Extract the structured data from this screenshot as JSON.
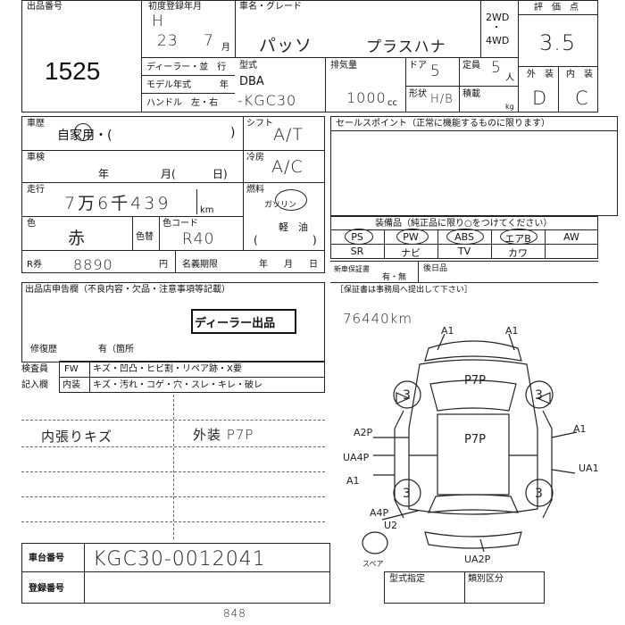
{
  "lot": {
    "label": "出品番号",
    "number": "1525"
  },
  "registration": {
    "label": "初度登録年月",
    "era": "H",
    "year": "23",
    "month": "7",
    "month_unit": "月"
  },
  "car": {
    "label": "車名・グレード",
    "name": "パッソ",
    "grade": "プラスハナ"
  },
  "drive": {
    "two": "2WD",
    "dot": "・",
    "four": "4WD"
  },
  "score": {
    "label": "評　価　点",
    "value": "3.5"
  },
  "exterior": {
    "label": "外　装",
    "value": "D"
  },
  "interior": {
    "label": "内　装",
    "value": "C"
  },
  "dealer_import": {
    "label": "ディーラー・並　行"
  },
  "model_year": {
    "label": "モデル年式",
    "unit": "年"
  },
  "handle": {
    "label": "ハンドル　左・右"
  },
  "model_type": {
    "label": "型式",
    "prefix": "DBA",
    "code": "-KGC30"
  },
  "displacement": {
    "label": "排気量",
    "value": "1000",
    "unit": "cc"
  },
  "doors": {
    "label": "ドア",
    "value": "5"
  },
  "capacity": {
    "label": "定員",
    "value": "5",
    "unit": "人"
  },
  "shape": {
    "label": "形状",
    "value": "H/B"
  },
  "load": {
    "label": "積載",
    "unit": "kg"
  },
  "history": {
    "label": "車歴",
    "value": "自家用・(",
    "close": ")"
  },
  "shift": {
    "label": "シフト",
    "value": "A/T"
  },
  "ac": {
    "label": "冷房",
    "value": "A/C"
  },
  "fuel": {
    "label": "燃料",
    "gas": "ガソリン",
    "diesel": "軽　油",
    "paren_open": "(",
    "paren_close": ")"
  },
  "inspection": {
    "label": "車検",
    "year": "年",
    "month": "月(",
    "day": "日)"
  },
  "mileage": {
    "label": "走行",
    "value": "7万6千439",
    "unit": "km"
  },
  "color": {
    "label": "色",
    "value": "赤",
    "code_label": "色コード",
    "code": "R40",
    "swap_label": "色替"
  },
  "recycle": {
    "label": "R券",
    "value": "8890",
    "unit": "円"
  },
  "term": {
    "label": "名義期限",
    "year": "年",
    "month": "月",
    "day": "日"
  },
  "sales_point": {
    "label": "セールスポイント（正常に機能するものに限ります）"
  },
  "equipment": {
    "label": "装備品（純正品に限り○をつけてください）",
    "items": [
      "PS",
      "PW",
      "ABS",
      "エアB",
      "AW",
      "SR",
      "ナビ",
      "TV",
      "カワ",
      ""
    ]
  },
  "warranty": {
    "label": "新車保証書",
    "value": "有・無",
    "bed_label": "後日品",
    "note": "［保証書は事務局へ提出して下さい］"
  },
  "declaration": {
    "label": "出品店申告欄（不良内容・欠品・注意事項等記載）",
    "stamp": "ディーラー出品"
  },
  "repair": {
    "label": "修復歴",
    "value": "有（箇所"
  },
  "inspector": {
    "label1": "検査員",
    "label2": "記入欄",
    "fw_label": "FW",
    "fw_text": "キズ・凹凸・ヒビ割・リペア跡・X要",
    "in_label": "内装",
    "in_text": "キズ・汚れ・コゲ・穴・スレ・キレ・破レ"
  },
  "notes": {
    "left": "内張りキズ",
    "right": "外装 P7P"
  },
  "diagram": {
    "mileage_note": "76440km",
    "labels": [
      "A1",
      "A1",
      "P7P",
      "P7P",
      "A2P",
      "UA4P",
      "A1",
      "A1",
      "UA1",
      "A4P",
      "U2",
      "UA2P"
    ],
    "circles": [
      "3",
      "3",
      "3",
      "3"
    ],
    "spare_label": "スペア"
  },
  "chassis": {
    "label": "車台番号",
    "value": "KGC30-0012041"
  },
  "reg_number": {
    "label": "登録番号"
  },
  "type_designation": {
    "label": "型式指定"
  },
  "category_number": {
    "label": "類別区分"
  },
  "footer": {
    "mark": "848"
  }
}
